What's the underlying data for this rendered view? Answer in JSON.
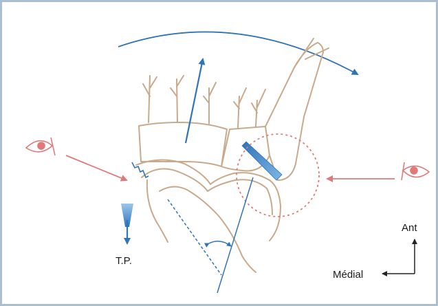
{
  "labels": {
    "tp": "T.P.",
    "ant": "Ant",
    "medial": "Médial"
  },
  "colors": {
    "bone": "#c8a98c",
    "blue": "#2f73b8",
    "light_blue": "#6aaae0",
    "red": "#e07a7a",
    "frame": "#a9bfd0"
  },
  "icons": {
    "left_eye": "eye-icon",
    "right_eye": "eye-icon"
  }
}
